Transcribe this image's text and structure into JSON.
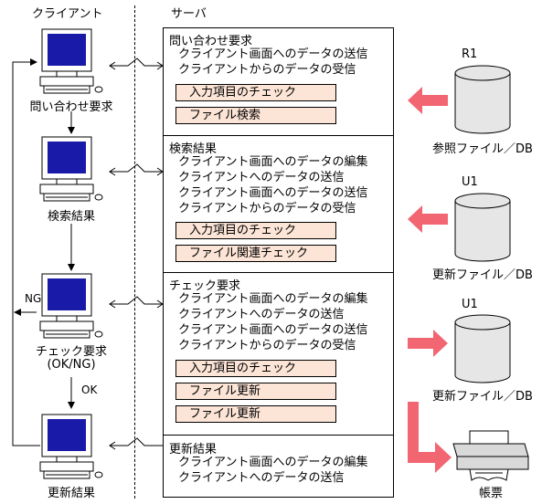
{
  "headers": {
    "client": "クライアント",
    "server": "サーバ"
  },
  "clients": [
    {
      "label": "問い合わせ要求"
    },
    {
      "label": "検索結果"
    },
    {
      "label": "チェック要求",
      "sublabel": "(OK/NG)"
    },
    {
      "label": "更新結果"
    }
  ],
  "flow_labels": {
    "ng": "NG",
    "ok": "OK"
  },
  "sections": [
    {
      "title": "問い合わせ要求",
      "lines": [
        "クライアント画面へのデータの送信",
        "クライアントからのデータの受信"
      ],
      "processes": [
        "入力項目のチェック",
        "ファイル検索"
      ]
    },
    {
      "title": "検索結果",
      "lines": [
        "クライアント画面へのデータの編集",
        "クライアントへのデータの送信",
        "クライアント画面へのデータの送信",
        "クライアントからのデータの受信"
      ],
      "processes": [
        "入力項目のチェック",
        "ファイル関連チェック"
      ]
    },
    {
      "title": "チェック要求",
      "lines": [
        "クライアント画面へのデータの編集",
        "クライアントへのデータの送信",
        "クライアント画面へのデータの送信",
        "クライアントからのデータの受信"
      ],
      "processes": [
        "入力項目のチェック",
        "ファイル更新",
        "ファイル更新"
      ]
    },
    {
      "title": "更新結果",
      "lines": [
        "クライアント画面へのデータの編集",
        "クライアントへのデータの送信"
      ],
      "processes": []
    }
  ],
  "databases": [
    {
      "id": "R1",
      "label": "参照ファイル／DB"
    },
    {
      "id": "U1",
      "label": "更新ファイル／DB"
    },
    {
      "id": "U1",
      "label": "更新ファイル／DB"
    }
  ],
  "printer": {
    "label": "帳票"
  },
  "colors": {
    "process_fill": "#fce4d6",
    "arrow": "#f26672",
    "monitor": "#1a1aa8"
  }
}
